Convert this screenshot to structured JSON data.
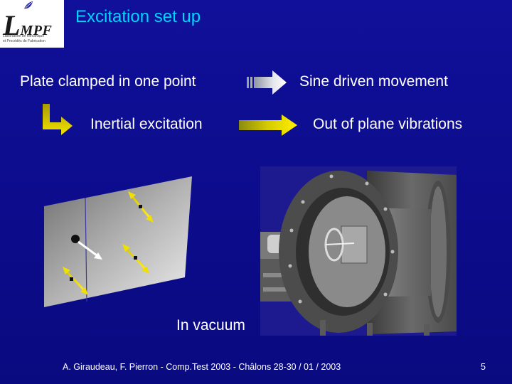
{
  "slide": {
    "title": "Excitation set up",
    "logo": {
      "text": "LMPF",
      "subtitle_lines": [
        "Laboratoire de Mécanique",
        "et Procédés de Fabrication"
      ]
    },
    "row1": {
      "left": "Plate clamped in one point",
      "right": "Sine driven movement"
    },
    "row2": {
      "left": "Inertial excitation",
      "right": "Out of plane vibrations"
    },
    "vacuum_label": "In vacuum",
    "footer": "A. Giraudeau,  F. Pierron  -  Comp.Test 2003  -  Châlons 28-30 / 01 / 2003",
    "page_number": "5"
  },
  "colors": {
    "background": "#0c0c8c",
    "title": "#00d6ff",
    "text": "#ffffff",
    "arrow_gold": "#e8d800",
    "arrow_grey": "#c8cbd2"
  },
  "icons": {
    "row1_arrow": "grey-right-arrow",
    "row2_arrow": "yellow-right-arrow",
    "row2_corner": "yellow-corner-arrow"
  }
}
